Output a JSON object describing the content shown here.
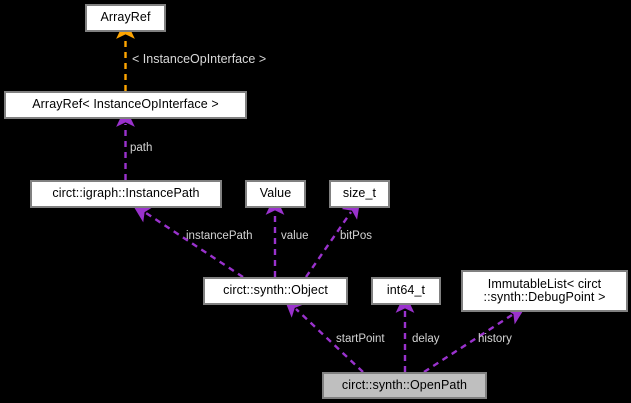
{
  "diagram": {
    "type": "uml-class-collaboration-diagram",
    "background_color": "#000000",
    "node_fill": "#ffffff",
    "node_border": "#808080",
    "highlight_fill": "#bfbfbf",
    "inheritance_arrow_color": "#ffa500",
    "usage_arrow_color": "#9a32cd",
    "label_color": "#d4d4d4"
  },
  "nodes": [
    {
      "id": "arrayref",
      "label": "ArrayRef",
      "highlight": false
    },
    {
      "id": "arrayref_inst",
      "label": "ArrayRef< InstanceOpInterface >",
      "highlight": false
    },
    {
      "id": "instancepath",
      "label": "circt::igraph::InstancePath",
      "highlight": false
    },
    {
      "id": "value",
      "label": "Value",
      "highlight": false
    },
    {
      "id": "size_t",
      "label": "size_t",
      "highlight": false
    },
    {
      "id": "object",
      "label": "circt::synth::Object",
      "highlight": false
    },
    {
      "id": "int64_t",
      "label": "int64_t",
      "highlight": false
    },
    {
      "id": "immutablelist",
      "label": "ImmutableList< circt\n::synth::DebugPoint >",
      "highlight": false
    },
    {
      "id": "openpath",
      "label": "circt::synth::OpenPath",
      "highlight": true
    }
  ],
  "edges": [
    {
      "id": "e-template",
      "from": "arrayref_inst",
      "to": "arrayref",
      "label": "< InstanceOpInterface >",
      "kind": "template-binding",
      "color": "#ffa500"
    },
    {
      "id": "e-path",
      "from": "instancepath",
      "to": "arrayref_inst",
      "label": "path",
      "kind": "usage",
      "color": "#9a32cd"
    },
    {
      "id": "e-instancepath",
      "from": "object",
      "to": "instancepath",
      "label": "instancePath",
      "kind": "usage",
      "color": "#9a32cd"
    },
    {
      "id": "e-value",
      "from": "object",
      "to": "value",
      "label": "value",
      "kind": "usage",
      "color": "#9a32cd"
    },
    {
      "id": "e-bitpos",
      "from": "object",
      "to": "size_t",
      "label": "bitPos",
      "kind": "usage",
      "color": "#9a32cd"
    },
    {
      "id": "e-startpoint",
      "from": "openpath",
      "to": "object",
      "label": "startPoint",
      "kind": "usage",
      "color": "#9a32cd"
    },
    {
      "id": "e-delay",
      "from": "openpath",
      "to": "int64_t",
      "label": "delay",
      "kind": "usage",
      "color": "#9a32cd"
    },
    {
      "id": "e-history",
      "from": "openpath",
      "to": "immutablelist",
      "label": "history",
      "kind": "usage",
      "color": "#9a32cd"
    }
  ]
}
